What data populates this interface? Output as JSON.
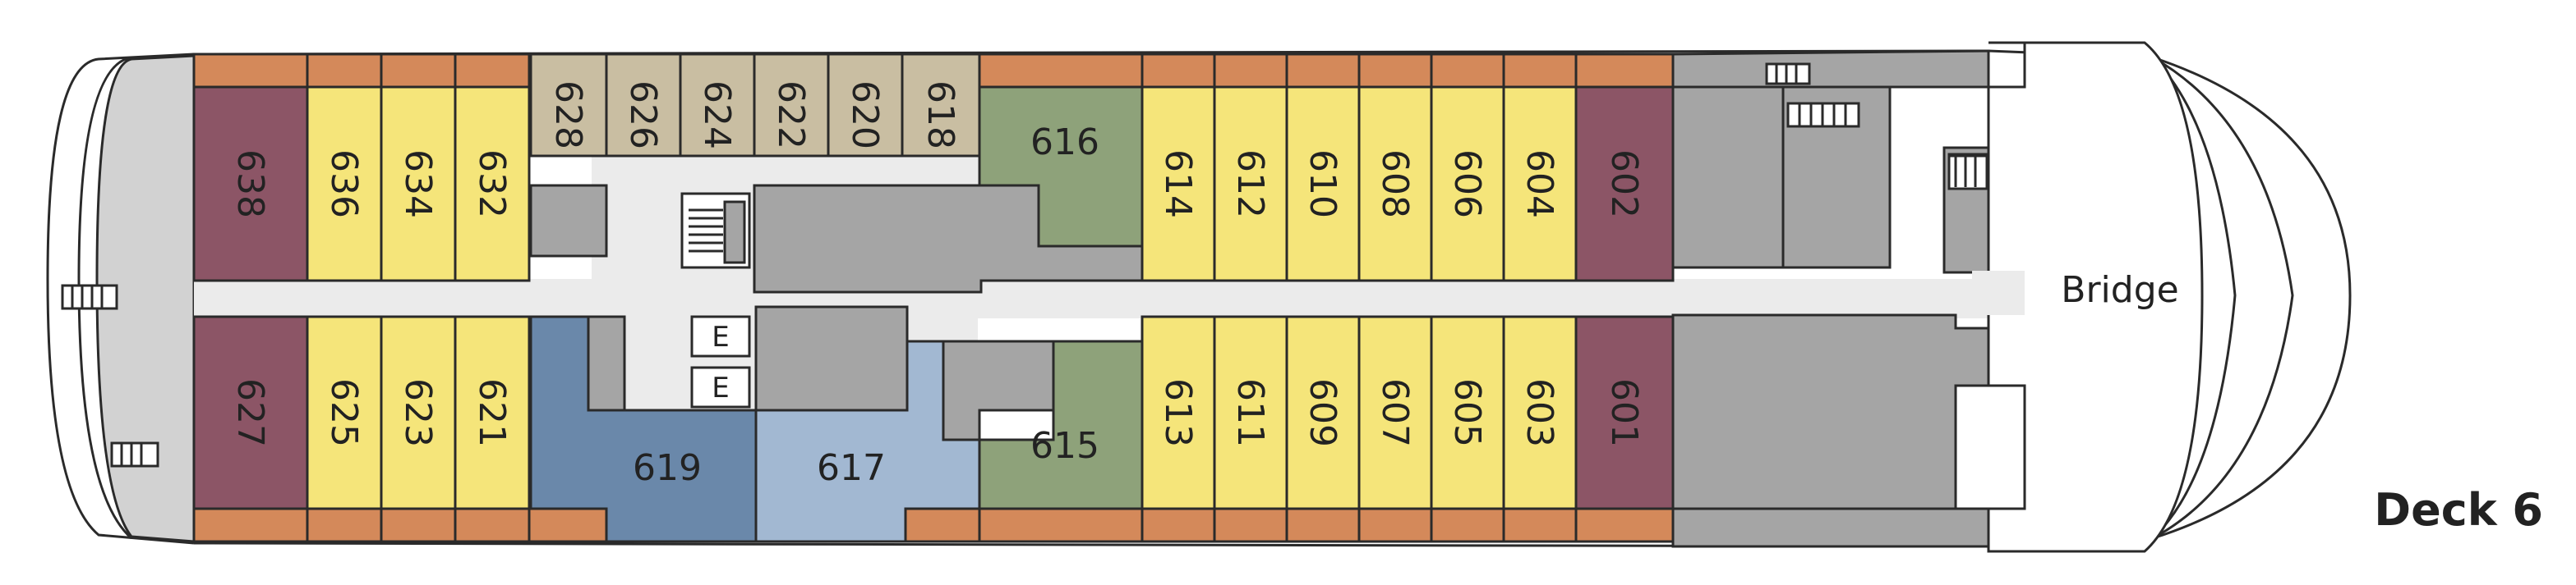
{
  "deck_label": "Deck 6",
  "bridge_label": "Bridge",
  "elevator_label": "E",
  "colors": {
    "suite": "#8c5566",
    "standard": "#f5e57a",
    "tan": "#c9bea2",
    "green": "#8ea27a",
    "dark_blue": "#6a88aa",
    "light_blue": "#a2b8d2",
    "balcony": "#d4895a",
    "service": "#a5a5a5",
    "corridor": "#ebebeb",
    "hull_end": "#d2d2d2",
    "outline": "#2a2a2a"
  },
  "cabins_top": [
    "638",
    "636",
    "634",
    "632",
    "614",
    "612",
    "610",
    "608",
    "606",
    "604",
    "602"
  ],
  "cabins_top_small": [
    "628",
    "626",
    "624",
    "622",
    "620",
    "618"
  ],
  "cabins_bottom": [
    "627",
    "625",
    "623",
    "621",
    "613",
    "611",
    "609",
    "607",
    "605",
    "603",
    "601"
  ],
  "rooms": {
    "r616": "616",
    "r615": "615",
    "r619": "619",
    "r617": "617"
  }
}
